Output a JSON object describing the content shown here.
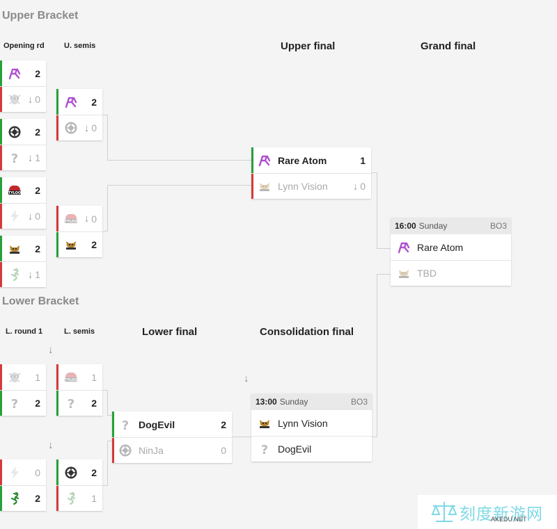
{
  "sections": {
    "upper": "Upper Bracket",
    "lower": "Lower Bracket"
  },
  "headers": {
    "opening": "Opening rd",
    "usemis": "U. semis",
    "upperfinal": "Upper final",
    "grandfinal": "Grand final",
    "lround1": "L. round 1",
    "lsemis": "L. semis",
    "lowerfinal": "Lower final",
    "consfinal": "Consolidation final"
  },
  "arrow_glyph": "↓",
  "opening": [
    {
      "top_score": "2",
      "bottom_score": "0"
    },
    {
      "top_score": "2",
      "bottom_score": "1"
    },
    {
      "top_score": "2",
      "bottom_score": "0"
    },
    {
      "top_score": "2",
      "bottom_score": "1"
    }
  ],
  "usemis": [
    {
      "top_score": "2",
      "bottom_score": "0"
    },
    {
      "top_score": "0",
      "bottom_score": "2"
    }
  ],
  "upperfinal": {
    "team1": "Rare Atom",
    "score1": "1",
    "team2": "Lynn Vision",
    "score2": "0"
  },
  "grandfinal": {
    "time": "16:00",
    "day": "Sunday",
    "format": "BO3",
    "team1": "Rare Atom",
    "team2": "TBD"
  },
  "lround1": [
    {
      "top_score": "1",
      "bottom_score": "2"
    },
    {
      "top_score": "0",
      "bottom_score": "2"
    }
  ],
  "lsemis": [
    {
      "top_score": "1",
      "bottom_score": "2"
    },
    {
      "top_score": "2",
      "bottom_score": "1"
    }
  ],
  "lowerfinal": {
    "team1": "DogEvil",
    "score1": "2",
    "team2": "NinJa",
    "score2": "0"
  },
  "consfinal": {
    "time": "13:00",
    "day": "Sunday",
    "format": "BO3",
    "team1": "Lynn Vision",
    "team2": "DogEvil"
  },
  "watermark": {
    "text": "刻度新游网",
    "sub": "AKEDU.NET"
  },
  "colors": {
    "win": "#27a03a",
    "lose": "#d33a3a",
    "rare_atom": "#b04fd1",
    "tyloo": "#c0272d",
    "lynn": "#b8862d",
    "connector": "#d0d0d0"
  },
  "icons": [
    "rare-atom-logo-icon",
    "ninja-skull-logo-icon",
    "ihc-logo-icon",
    "unknown-team-icon",
    "tyloo-logo-icon",
    "lightning-logo-icon",
    "lynn-vision-logo-icon",
    "lizard-logo-icon",
    "down-arrow-icon",
    "balance-scale-icon"
  ]
}
